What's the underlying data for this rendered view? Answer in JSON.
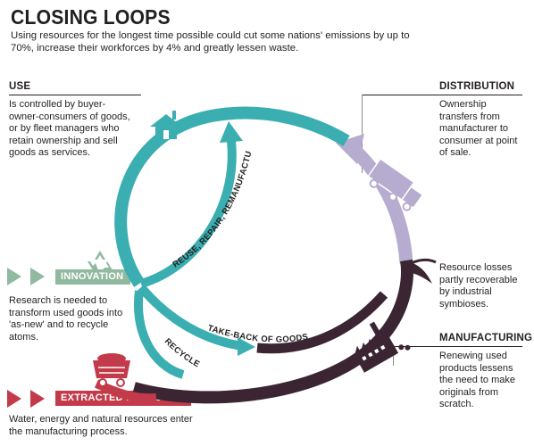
{
  "header": {
    "title": "CLOSING LOOPS",
    "subtitle": "Using resources for the longest time possible could cut some nations' emissions by up to 70%, increase their workforces by 4% and greatly lessen waste."
  },
  "sections": {
    "use": {
      "heading": "USE",
      "text": "Is controlled by buyer-owner-consumers of goods, or by fleet managers who retain ownership and sell goods as services."
    },
    "distribution": {
      "heading": "DISTRIBUTION",
      "text": "Ownership transfers from manufacturer to consumer at point of sale."
    },
    "innovation": {
      "heading": "INNOVATION",
      "text": "Research is needed to transform used goods into 'as-new' and to recycle atoms."
    },
    "resource_losses": {
      "text": "Resource losses partly recoverable by industrial symbioses."
    },
    "manufacturing": {
      "heading": "MANUFACTURING",
      "text": "Renewing used products lessens the need to make originals from scratch."
    },
    "extracted": {
      "heading": "EXTRACTED RESOURCES",
      "text": "Water, energy and natural resources enter the manufacturing process."
    }
  },
  "loops": {
    "reuse": "REUSE, REPAIR, REMANUFACTURE",
    "takeback": "TAKE-BACK OF GOODS",
    "recycle": "RECYCLE"
  },
  "colors": {
    "teal": "#3aaeb0",
    "dark_purple": "#3b2533",
    "lavender": "#b6acd0",
    "crimson": "#c33a4a",
    "innovation_green": "#91b9a0",
    "ink": "#231f20"
  },
  "icons": [
    "house-icon",
    "truck-icon",
    "factory-icon",
    "recycle-icon",
    "mine-cart-icon",
    "play-arrow-icon"
  ]
}
